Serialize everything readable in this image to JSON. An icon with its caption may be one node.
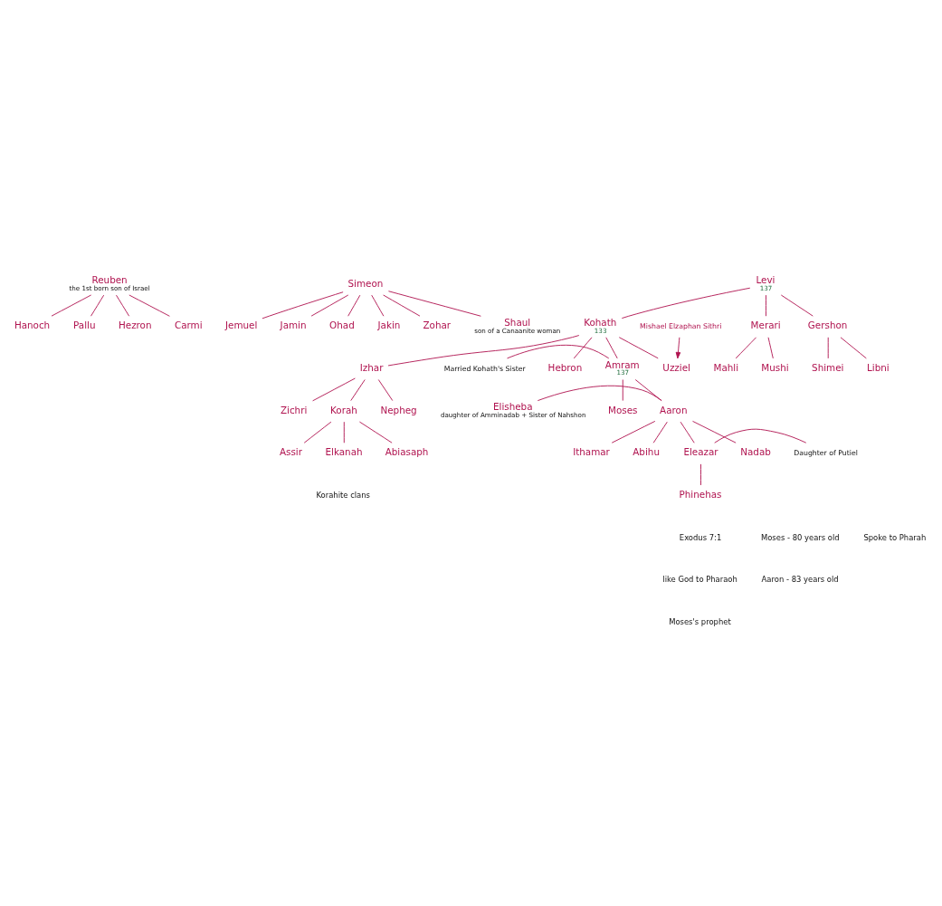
{
  "diagram": {
    "nodes": [
      {
        "text": [
          "Reuben"
        ],
        "beside": [
          "the 1st born son of Israel"
        ]
      },
      {
        "text": [
          "Hanoch"
        ]
      },
      {
        "text": [
          "Pallu"
        ]
      },
      {
        "text": [
          "Hezron"
        ]
      },
      {
        "text": [
          "Carmi"
        ]
      },
      {
        "text": [
          "Simeon"
        ]
      },
      {
        "text": [
          "Jemuel"
        ]
      },
      {
        "text": [
          "Jamin"
        ]
      },
      {
        "text": [
          "Ohad"
        ]
      },
      {
        "text": [
          "Jakin"
        ]
      },
      {
        "text": [
          "Zohar"
        ]
      },
      {
        "text": [
          "Shaul"
        ],
        "beside": [
          "son of a Canaanite woman"
        ]
      },
      {
        "text": [
          "Levi"
        ],
        "beside": [
          "137"
        ]
      },
      {
        "text": [
          "Gershon"
        ]
      },
      {
        "text": [
          "Kohath"
        ],
        "beside": [
          "133"
        ]
      },
      {
        "text": [
          "Merari"
        ]
      },
      {
        "text": [
          "Libni"
        ]
      },
      {
        "text": [
          "Shimei"
        ]
      },
      {
        "text": [
          "Mahli"
        ]
      },
      {
        "text": [
          "Mushi"
        ]
      },
      {
        "text": [
          "Amram"
        ],
        "beside": [
          "137"
        ]
      },
      {
        "text": [
          "Izhar"
        ]
      },
      {
        "text": [
          "Hebron"
        ]
      },
      {
        "text": [
          "Uzziel"
        ]
      },
      {
        "text": [
          "Married Kohath's Sister"
        ]
      },
      {
        "text": [
          "Aaron"
        ]
      },
      {
        "text": [
          "Moses"
        ]
      },
      {
        "text": [
          "Mishael Elzaphan Sithri"
        ]
      },
      {
        "text": [
          "Korah"
        ]
      },
      {
        "text": [
          "Nepheg"
        ]
      },
      {
        "text": [
          "Zichri"
        ]
      },
      {
        "text": [
          "Elisheba"
        ],
        "beside": [
          "daughter of Amminadab + Sister of Nahshon"
        ]
      },
      {
        "text": [
          "Nadab"
        ]
      },
      {
        "text": [
          "Abihu"
        ]
      },
      {
        "text": [
          "Eleazar"
        ]
      },
      {
        "text": [
          "Ithamar"
        ]
      },
      {
        "text": [
          "Daughter of Putiel"
        ]
      },
      {
        "text": [
          "Phinehas"
        ]
      },
      {
        "text": [
          "Assir"
        ]
      },
      {
        "text": [
          "Elkanah"
        ]
      },
      {
        "text": [
          "Abiasaph"
        ]
      }
    ],
    "edges": [
      {
        "from": 0,
        "to": 1,
        "arrow": "none"
      },
      {
        "from": 0,
        "to": 2,
        "arrow": "none"
      },
      {
        "from": 0,
        "to": 3,
        "arrow": "none"
      },
      {
        "from": 0,
        "to": 4,
        "arrow": "none"
      },
      {
        "from": 5,
        "to": 6,
        "arrow": "none"
      },
      {
        "from": 5,
        "to": 7,
        "arrow": "none"
      },
      {
        "from": 5,
        "to": 8,
        "arrow": "none"
      },
      {
        "from": 5,
        "to": 9,
        "arrow": "none"
      },
      {
        "from": 5,
        "to": 10,
        "arrow": "none"
      },
      {
        "from": 5,
        "to": 11,
        "arrow": "none"
      },
      {
        "from": 12,
        "to": 13,
        "arrow": "none"
      },
      {
        "from": 12,
        "to": 14,
        "arrow": "none"
      },
      {
        "from": 12,
        "to": 15,
        "arrow": "none"
      },
      {
        "from": 13,
        "to": 16,
        "arrow": "none"
      },
      {
        "from": 13,
        "to": 17,
        "arrow": "none"
      },
      {
        "from": 15,
        "to": 18,
        "arrow": "none"
      },
      {
        "from": 15,
        "to": 19,
        "arrow": "none"
      },
      {
        "from": 14,
        "to": 20,
        "arrow": "none"
      },
      {
        "from": 14,
        "to": 21,
        "arrow": "none"
      },
      {
        "from": 14,
        "to": 22,
        "arrow": "none"
      },
      {
        "from": 14,
        "to": 23,
        "arrow": "none"
      },
      {
        "from": 24,
        "to": 20,
        "arrow": "none"
      },
      {
        "from": 20,
        "to": 25,
        "arrow": "none"
      },
      {
        "from": 20,
        "to": 26,
        "arrow": "none"
      },
      {
        "from": 27,
        "to": 23,
        "arrow": "to"
      },
      {
        "from": 21,
        "to": 28,
        "arrow": "none"
      },
      {
        "from": 21,
        "to": 29,
        "arrow": "none"
      },
      {
        "from": 21,
        "to": 30,
        "arrow": "none"
      },
      {
        "from": 31,
        "to": 25,
        "arrow": "none"
      },
      {
        "from": 25,
        "to": 32,
        "arrow": "none"
      },
      {
        "from": 25,
        "to": 33,
        "arrow": "none"
      },
      {
        "from": 25,
        "to": 34,
        "arrow": "none"
      },
      {
        "from": 25,
        "to": 35,
        "arrow": "none"
      },
      {
        "from": 34,
        "to": 36,
        "arrow": "none"
      },
      {
        "from": 34,
        "to": 37,
        "arrow": "none"
      },
      {
        "from": 28,
        "to": 38,
        "arrow": "none"
      },
      {
        "from": 28,
        "to": 39,
        "arrow": "none"
      },
      {
        "from": 28,
        "to": 40,
        "arrow": "none"
      }
    ],
    "labels": [
      "Korahite clans",
      "Exodus 7:1",
      "like God to Pharaoh",
      "Moses's prophet",
      "Moses - 80 years old",
      "Aaron - 83 years old",
      "Spoke to Pharah"
    ]
  }
}
